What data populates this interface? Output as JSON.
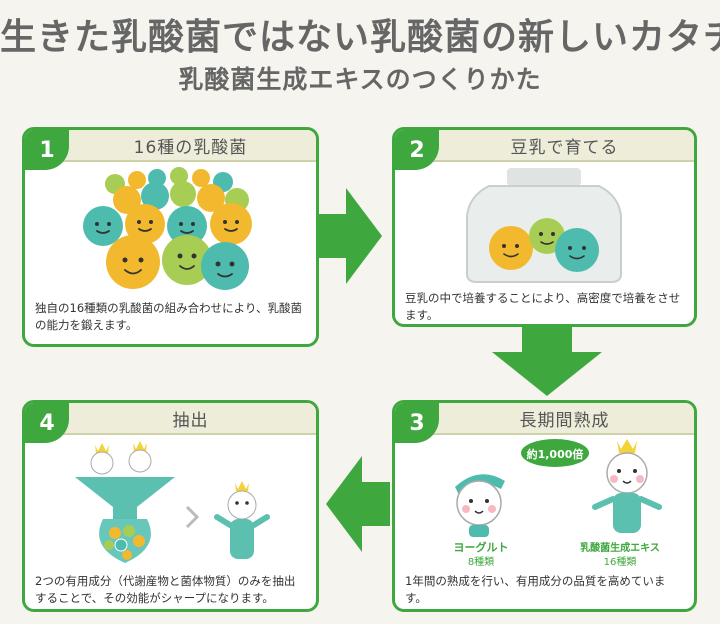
{
  "title": "生きた乳酸菌ではない乳酸菌の新しいカタチ",
  "subtitle": "乳酸菌生成エキスのつくりかた",
  "colors": {
    "accent": "#3ea83e",
    "header_bg": "#eeedda",
    "ball_yellow": "#f3b92e",
    "ball_teal": "#4dbcae",
    "ball_green": "#a8cd55"
  },
  "steps": [
    {
      "number": "1",
      "title": "16種の乳酸菌",
      "description": "独自の16種類の乳酸菌の組み合わせにより、乳酸菌の能力を鍛えます。"
    },
    {
      "number": "2",
      "title": "豆乳で育てる",
      "description": "豆乳の中で培養することにより、高密度で培養をさせます。"
    },
    {
      "number": "3",
      "title": "長期間熟成",
      "description": "1年間の熟成を行い、有用成分の品質を高めています。",
      "bubble": "約1,000倍",
      "left_char_label_1": "ヨーグルト",
      "left_char_label_2": "8種類",
      "right_char_label_1": "乳酸菌生成エキス",
      "right_char_label_2": "16種類"
    },
    {
      "number": "4",
      "title": "抽出",
      "description": "2つの有用成分（代謝産物と菌体物質）のみを抽出することで、その効能がシャープになります。"
    }
  ]
}
